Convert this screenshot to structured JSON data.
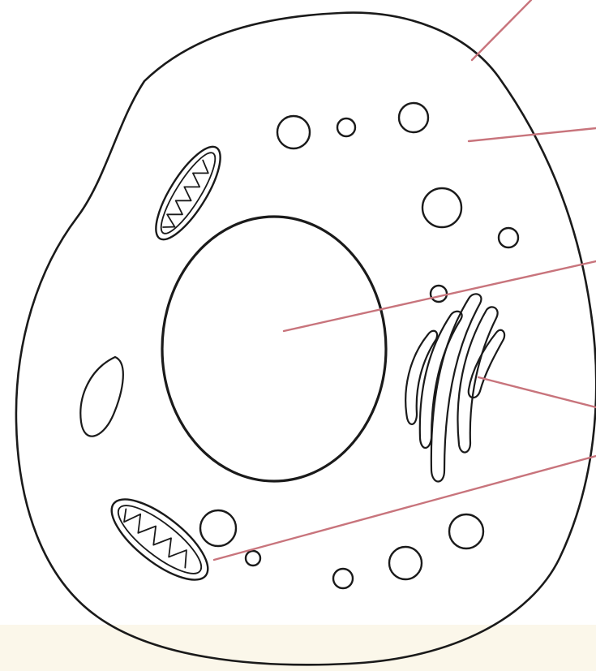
{
  "diagram": {
    "kind": "animal-cell",
    "label_count": 5,
    "colors": {
      "outline": "#1a1a1a",
      "leader_line": "#c8747c",
      "background": "#ffffff",
      "bottom_band": "#fbf7ea"
    },
    "organelles": [
      "cell-membrane",
      "cytoplasm",
      "nucleus",
      "mitochondrion",
      "golgi-apparatus",
      "vesicle"
    ],
    "labels": []
  }
}
